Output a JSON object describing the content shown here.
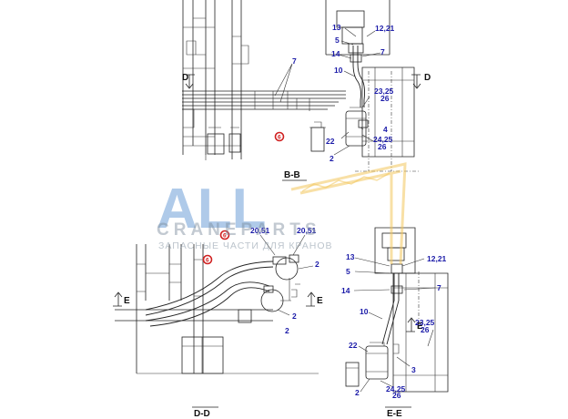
{
  "watermark": {
    "brand": "ALL",
    "line": "CRANEPARTS",
    "tagline": "ЗАПАСНЫЕ ЧАСТИ ДЛЯ КРАНОВ",
    "colors": {
      "brand_blue": "#6f9fd8",
      "brand_yellow": "#f2c75c",
      "brand_gray": "#7a8a9a"
    }
  },
  "sections": {
    "bb": "B-B",
    "dd": "D-D",
    "ee": "E-E"
  },
  "markers": {
    "d_left": "D",
    "d_right": "D",
    "e_left": "E",
    "e_mid": "E",
    "e_right": "E"
  },
  "callouts": {
    "bb_13": "13",
    "bb_12_21": "12,21",
    "bb_5": "5",
    "bb_14": "14",
    "bb_7": "7",
    "bb_7_pipes": "7",
    "bb_10": "10",
    "bb_23_25": "23,25",
    "bb_26": "26",
    "bb_4": "4",
    "bb_22": "22",
    "bb_24_25": "24,25",
    "bb_26b": "26",
    "bb_2": "2",
    "dd_20_51_a": "20,51",
    "dd_20_51_b": "20,51",
    "dd_2_a": "2",
    "dd_2_b": "2",
    "dd_2_c": "2",
    "ee_13": "13",
    "ee_12_21": "12,21",
    "ee_5": "5",
    "ee_14": "14",
    "ee_7": "7",
    "ee_10": "10",
    "ee_23_25": "23,25",
    "ee_26": "26",
    "ee_22": "22",
    "ee_3": "3",
    "ee_24_25": "24,25",
    "ee_26b": "26",
    "ee_2": "2"
  },
  "red_markers": {
    "r1": "6",
    "r2": "6",
    "r3": "6"
  }
}
